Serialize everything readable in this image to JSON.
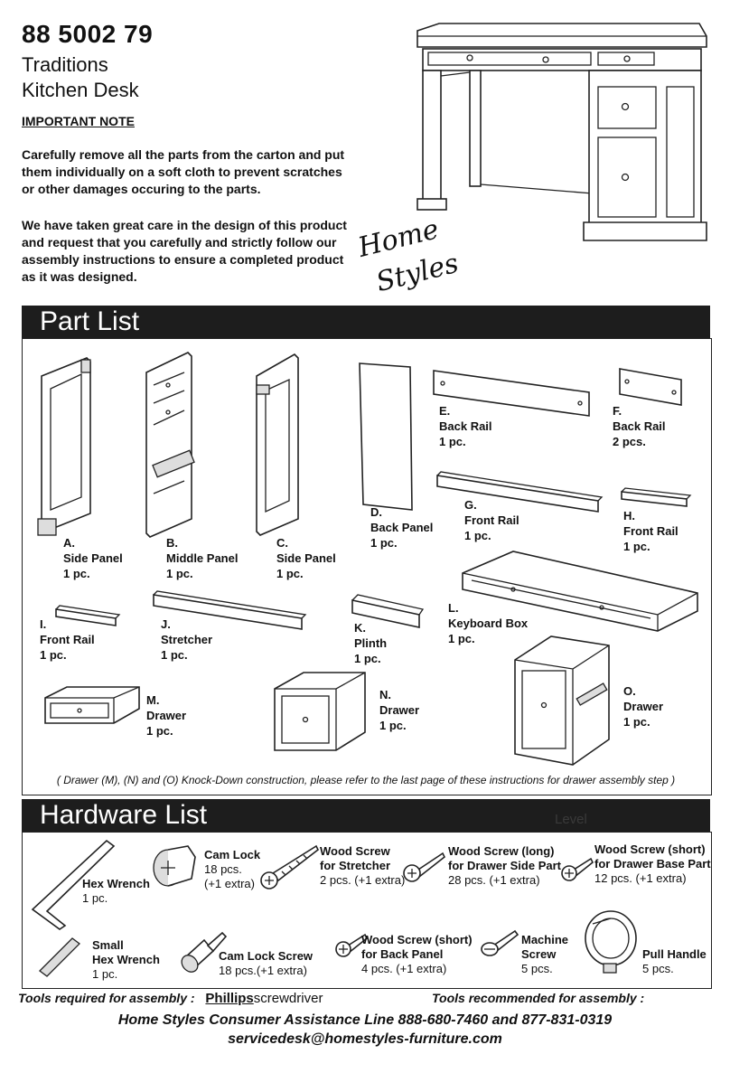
{
  "header": {
    "model_number": "88 5002 79",
    "product_line1": "Traditions",
    "product_line2": "Kitchen Desk"
  },
  "note": {
    "title": "IMPORTANT NOTE",
    "paragraph1": "Carefully remove all the parts from the carton and put them individually on a soft cloth to prevent scratches or other damages occuring to the parts.",
    "paragraph2": "We have taken great care in the design of this product and request that you carefully and strictly follow our assembly instructions to ensure a completed product as it was designed."
  },
  "brand": {
    "line1": "Home",
    "line2": "Styles"
  },
  "part_list": {
    "title": "Part List",
    "parts": [
      {
        "letter": "A.",
        "name": "Side Panel",
        "qty": "1 pc."
      },
      {
        "letter": "B.",
        "name": "Middle Panel",
        "qty": "1 pc."
      },
      {
        "letter": "C.",
        "name": "Side Panel",
        "qty": "1 pc."
      },
      {
        "letter": "D.",
        "name": "Back Panel",
        "qty": "1 pc."
      },
      {
        "letter": "E.",
        "name": "Back Rail",
        "qty": "1 pc."
      },
      {
        "letter": "F.",
        "name": "Back Rail",
        "qty": "2 pcs."
      },
      {
        "letter": "G.",
        "name": "Front Rail",
        "qty": "1 pc."
      },
      {
        "letter": "H.",
        "name": "Front Rail",
        "qty": "1 pc."
      },
      {
        "letter": "I.",
        "name": "Front Rail",
        "qty": "1 pc."
      },
      {
        "letter": "J.",
        "name": "Stretcher",
        "qty": "1 pc."
      },
      {
        "letter": "K.",
        "name": "Plinth",
        "qty": "1 pc."
      },
      {
        "letter": "L.",
        "name": "Keyboard Box",
        "qty": "1 pc."
      },
      {
        "letter": "M.",
        "name": "Drawer",
        "qty": "1 pc."
      },
      {
        "letter": "N.",
        "name": "Drawer",
        "qty": "1 pc."
      },
      {
        "letter": "O.",
        "name": "Drawer",
        "qty": "1 pc."
      }
    ],
    "drawer_note": "( Drawer (M), (N) and (O) Knock-Down construction, please refer to the last page of these instructions for drawer assembly step )"
  },
  "hardware_list": {
    "title": "Hardware List",
    "level_text": "Level",
    "items": [
      {
        "name": "Hex Wrench",
        "qty": "1 pc."
      },
      {
        "name": "Cam Lock",
        "qty": "18 pcs.",
        "extra": "(+1 extra)"
      },
      {
        "name": "Wood Screw",
        "name2": "for Stretcher",
        "qty": "2 pcs. (+1 extra)"
      },
      {
        "name": "Wood Screw (long)",
        "name2": "for Drawer Side Part",
        "qty": "28 pcs. (+1 extra)"
      },
      {
        "name": "Wood Screw (short)",
        "name2": "for Drawer Base Part",
        "qty": "12 pcs. (+1 extra)"
      },
      {
        "name": "Small",
        "name2": "Hex Wrench",
        "qty": "1 pc."
      },
      {
        "name": "Cam Lock Screw",
        "qty": "18 pcs.(+1 extra)"
      },
      {
        "name": "Wood Screw (short)",
        "name2": "for Back Panel",
        "qty": "4 pcs. (+1 extra)"
      },
      {
        "name": "Machine",
        "name2": "Screw",
        "qty": "5 pcs."
      },
      {
        "name": "Pull Handle",
        "qty": "5 pcs."
      }
    ]
  },
  "tools": {
    "required_label": "Tools required  for  assembly :",
    "required_tool_bold": "Phillips",
    "required_tool_rest": "screwdriver",
    "recommended_label": "Tools recommended for assembly :"
  },
  "footer": {
    "line1": "Home Styles Consumer Assistance Line 888-680-7460 and 877-831-0319",
    "line2": "servicedesk@homestyles-furniture.com"
  }
}
